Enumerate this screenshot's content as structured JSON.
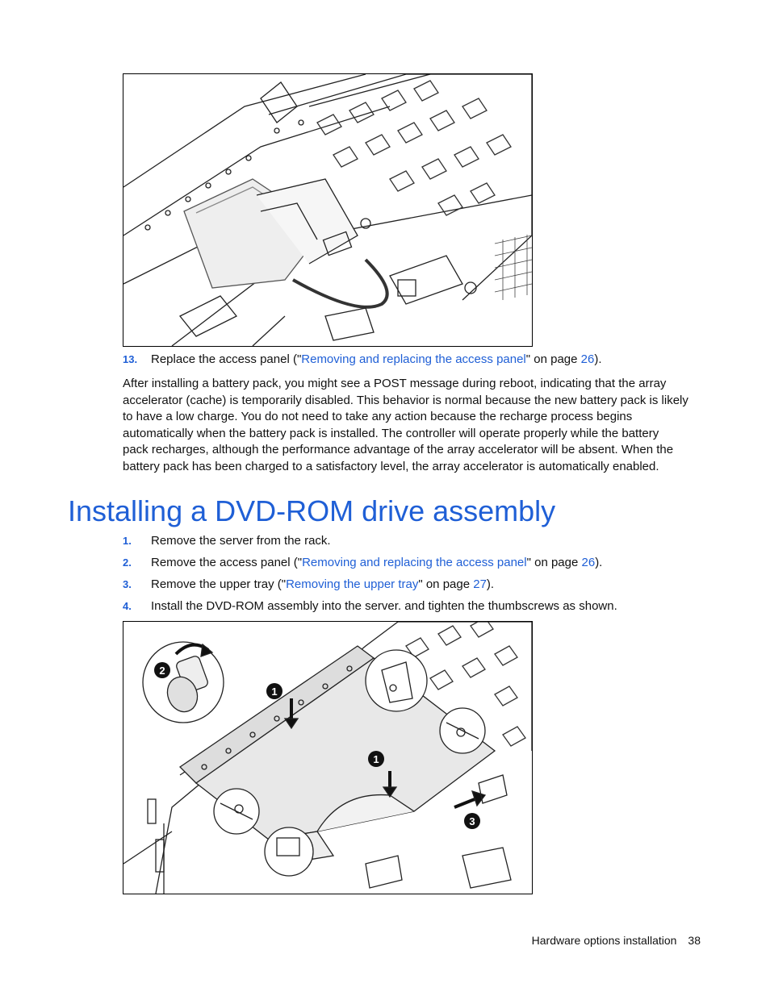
{
  "figure1": {
    "name": "battery-pack-installation-illustration"
  },
  "step13": {
    "number": "13.",
    "pre": "Replace the access panel (\"",
    "link": "Removing and replacing the access panel",
    "mid": "\" on page ",
    "page": "26",
    "post": ")."
  },
  "paragraph": {
    "lines": [
      "After installing a battery pack, you might see a POST message during reboot, indicating that the array",
      "accelerator (cache) is temporarily disabled. This behavior is normal because the new battery pack is likely",
      "to have a low charge. You do not need to take any action because the recharge process begins",
      "automatically when the battery pack is installed. The controller will operate properly while the battery",
      "pack recharges, although the performance advantage of the array accelerator will be absent. When the",
      "battery pack has been charged to a satisfactory level, the array accelerator is automatically enabled."
    ]
  },
  "heading": "Installing a DVD-ROM drive assembly",
  "steps": [
    {
      "number": "1.",
      "text": "Remove the server from the rack."
    },
    {
      "number": "2.",
      "pre": "Remove the access panel (\"",
      "link": "Removing and replacing the access panel",
      "mid": "\" on page ",
      "page": "26",
      "post": ")."
    },
    {
      "number": "3.",
      "pre": "Remove the upper tray (\"",
      "link": "Removing the upper tray",
      "mid": "\" on page ",
      "page": "27",
      "post": ")."
    },
    {
      "number": "4.",
      "text": "Install the DVD-ROM assembly into the server. and tighten the thumbscrews as shown."
    }
  ],
  "figure2": {
    "callouts": [
      "2",
      "1",
      "1",
      "3"
    ]
  },
  "footer": {
    "section": "Hardware options installation",
    "page": "38"
  },
  "colors": {
    "link": "#1f5fd6",
    "text": "#111111",
    "callout": "#111111"
  }
}
